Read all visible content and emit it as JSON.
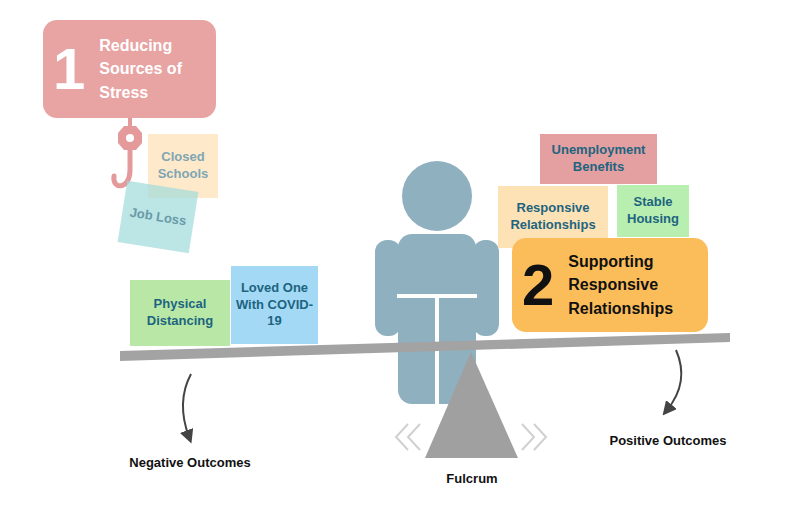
{
  "diagram": {
    "nodes": [
      {
        "text": [
          "1",
          "Reducing Sources of Stress"
        ]
      },
      {
        "text": [
          "Closed Schools"
        ]
      },
      {
        "text": [
          "Job Loss"
        ]
      },
      {
        "text": [
          "Unemployment Benefits"
        ]
      },
      {
        "text": [
          "Responsive Relationships"
        ]
      },
      {
        "text": [
          "Stable Housing"
        ]
      },
      {
        "text": [
          "Physical Distancing"
        ]
      },
      {
        "text": [
          "Loved One With COVID-19"
        ]
      },
      {
        "text": [
          "2",
          "Supporting Responsive Relationships"
        ]
      }
    ],
    "labels": [
      "Negative Outcomes",
      "Fulcrum",
      "Positive Outcomes"
    ]
  }
}
